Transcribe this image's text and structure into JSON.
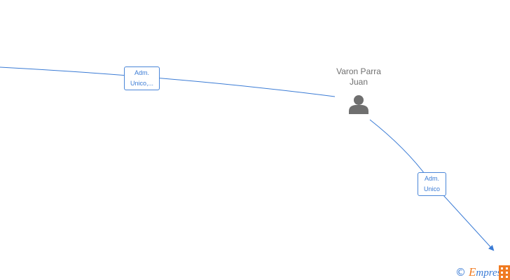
{
  "person": {
    "name_line1": "Varon Parra",
    "name_line2": "Juan",
    "icon": "person-icon"
  },
  "edges": [
    {
      "label_line1": "Adm.",
      "label_line2": "Unico,..."
    },
    {
      "label_line1": "Adm.",
      "label_line2": "Unico"
    }
  ],
  "watermark": {
    "copyright": "©",
    "brand_first": "E",
    "brand_rest": "mpresi",
    "icon": "building-icon"
  },
  "colors": {
    "edge": "#3a7bd5",
    "person": "#6f6f6f",
    "brand_accent": "#f07b22"
  }
}
